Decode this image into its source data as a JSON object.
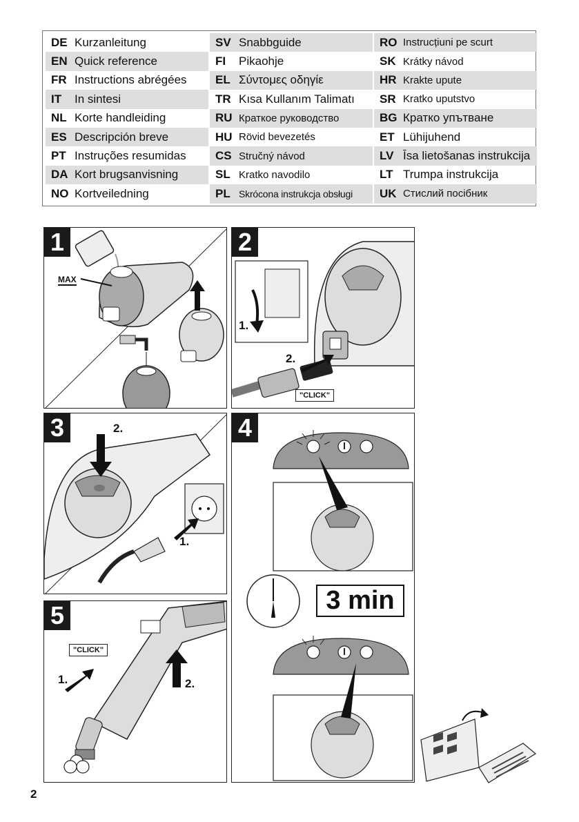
{
  "languages": {
    "col1": [
      {
        "code": "DE",
        "text": "Kurzanleitung"
      },
      {
        "code": "EN",
        "text": "Quick reference"
      },
      {
        "code": "FR",
        "text": "Instructions abrégées"
      },
      {
        "code": "IT",
        "text": "In sintesi"
      },
      {
        "code": "NL",
        "text": "Korte handleiding"
      },
      {
        "code": "ES",
        "text": "Descripción breve"
      },
      {
        "code": "PT",
        "text": "Instruções resumidas"
      },
      {
        "code": "DA",
        "text": "Kort brugsanvisning"
      },
      {
        "code": "NO",
        "text": "Kortveiledning"
      }
    ],
    "col2": [
      {
        "code": "SV",
        "text": "Snabbguide"
      },
      {
        "code": "FI",
        "text": "Pikaohje"
      },
      {
        "code": "EL",
        "text": "Σύντομες οδηγίε"
      },
      {
        "code": "TR",
        "text": "Kısa Kullanım Talimatı"
      },
      {
        "code": "RU",
        "text": "Краткое руководство"
      },
      {
        "code": "HU",
        "text": "Rövid bevezetés"
      },
      {
        "code": "CS",
        "text": "Stručný návod"
      },
      {
        "code": "SL",
        "text": "Kratko navodilo"
      },
      {
        "code": "PL",
        "text": "Skrócona instrukcja obsługi"
      }
    ],
    "col3": [
      {
        "code": "RO",
        "text": "Instrucțiuni pe scurt"
      },
      {
        "code": "SK",
        "text": "Krátky návod"
      },
      {
        "code": "HR",
        "text": "Krakte upute"
      },
      {
        "code": "SR",
        "text": "Kratko uputstvo"
      },
      {
        "code": "BG",
        "text": "Кратко упътване"
      },
      {
        "code": "ET",
        "text": "Lühijuhend"
      },
      {
        "code": "LV",
        "text": "Īsa lietošanas instrukcija"
      },
      {
        "code": "LT",
        "text": "Trumpa instrukcija"
      },
      {
        "code": "UK",
        "text": "Стислий посібник"
      }
    ]
  },
  "steps": {
    "s1": {
      "num": "1",
      "max": "MAX"
    },
    "s2": {
      "num": "2",
      "label1": "1.",
      "label2": "2.",
      "click": "\"CLICK\""
    },
    "s3": {
      "num": "3",
      "label1": "1.",
      "label2": "2."
    },
    "s4": {
      "num": "4"
    },
    "s5": {
      "num": "5",
      "label1": "1.",
      "label2": "2.",
      "click": "\"CLICK\""
    }
  },
  "timer": "3 min",
  "page_number": "2",
  "colors": {
    "shade": "#dedede",
    "dark": "#1a1a1a",
    "body_grey": "#9a9a9a"
  }
}
